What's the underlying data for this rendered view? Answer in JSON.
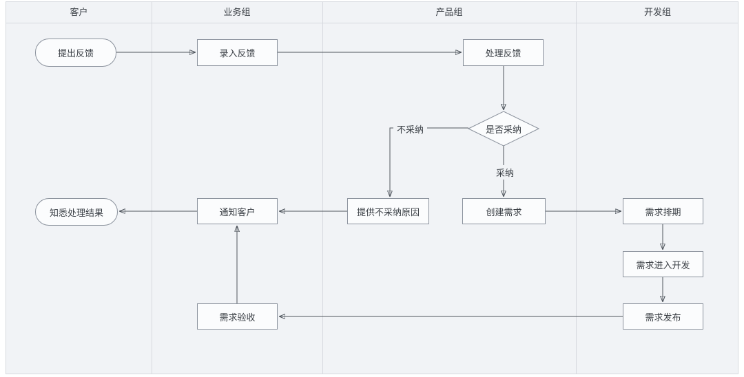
{
  "diagram": {
    "title": "customer-feedback-swimlane-flowchart",
    "lanes": [
      {
        "label": "客户"
      },
      {
        "label": "业务组"
      },
      {
        "label": "产品组"
      },
      {
        "label": "开发组"
      }
    ],
    "nodes": {
      "submit_feedback": {
        "label": "提出反馈",
        "shape": "stadium",
        "lane": "客户"
      },
      "record_feedback": {
        "label": "录入反馈",
        "shape": "rect",
        "lane": "业务组"
      },
      "process_feedback": {
        "label": "处理反馈",
        "shape": "rect",
        "lane": "产品组"
      },
      "adopt_decision": {
        "label": "是否采纳",
        "shape": "diamond",
        "lane": "产品组"
      },
      "reject_reason": {
        "label": "提供不采纳原因",
        "shape": "rect",
        "lane": "产品组"
      },
      "create_requirement": {
        "label": "创建需求",
        "shape": "rect",
        "lane": "产品组"
      },
      "schedule_requirement": {
        "label": "需求排期",
        "shape": "rect",
        "lane": "开发组"
      },
      "develop_requirement": {
        "label": "需求进入开发",
        "shape": "rect",
        "lane": "开发组"
      },
      "release_requirement": {
        "label": "需求发布",
        "shape": "rect",
        "lane": "开发组"
      },
      "accept_requirement": {
        "label": "需求验收",
        "shape": "rect",
        "lane": "业务组"
      },
      "notify_customer": {
        "label": "通知客户",
        "shape": "rect",
        "lane": "业务组"
      },
      "know_result": {
        "label": "知悉处理结果",
        "shape": "stadium",
        "lane": "客户"
      }
    },
    "edge_labels": {
      "reject": "不采纳",
      "adopt": "采纳"
    },
    "edges": [
      {
        "from": "submit_feedback",
        "to": "record_feedback"
      },
      {
        "from": "record_feedback",
        "to": "process_feedback"
      },
      {
        "from": "process_feedback",
        "to": "adopt_decision"
      },
      {
        "from": "adopt_decision",
        "to": "reject_reason",
        "label": "不采纳"
      },
      {
        "from": "adopt_decision",
        "to": "create_requirement",
        "label": "采纳"
      },
      {
        "from": "reject_reason",
        "to": "notify_customer"
      },
      {
        "from": "create_requirement",
        "to": "schedule_requirement"
      },
      {
        "from": "schedule_requirement",
        "to": "develop_requirement"
      },
      {
        "from": "develop_requirement",
        "to": "release_requirement"
      },
      {
        "from": "release_requirement",
        "to": "accept_requirement"
      },
      {
        "from": "accept_requirement",
        "to": "notify_customer"
      },
      {
        "from": "notify_customer",
        "to": "know_result"
      }
    ],
    "colors": {
      "background": "#f1f3f6",
      "node_fill": "#fbfcfd",
      "node_border": "#8a919c",
      "line": "#4e545c",
      "lane_border": "#d6d9de",
      "text": "#3a3f45"
    }
  }
}
